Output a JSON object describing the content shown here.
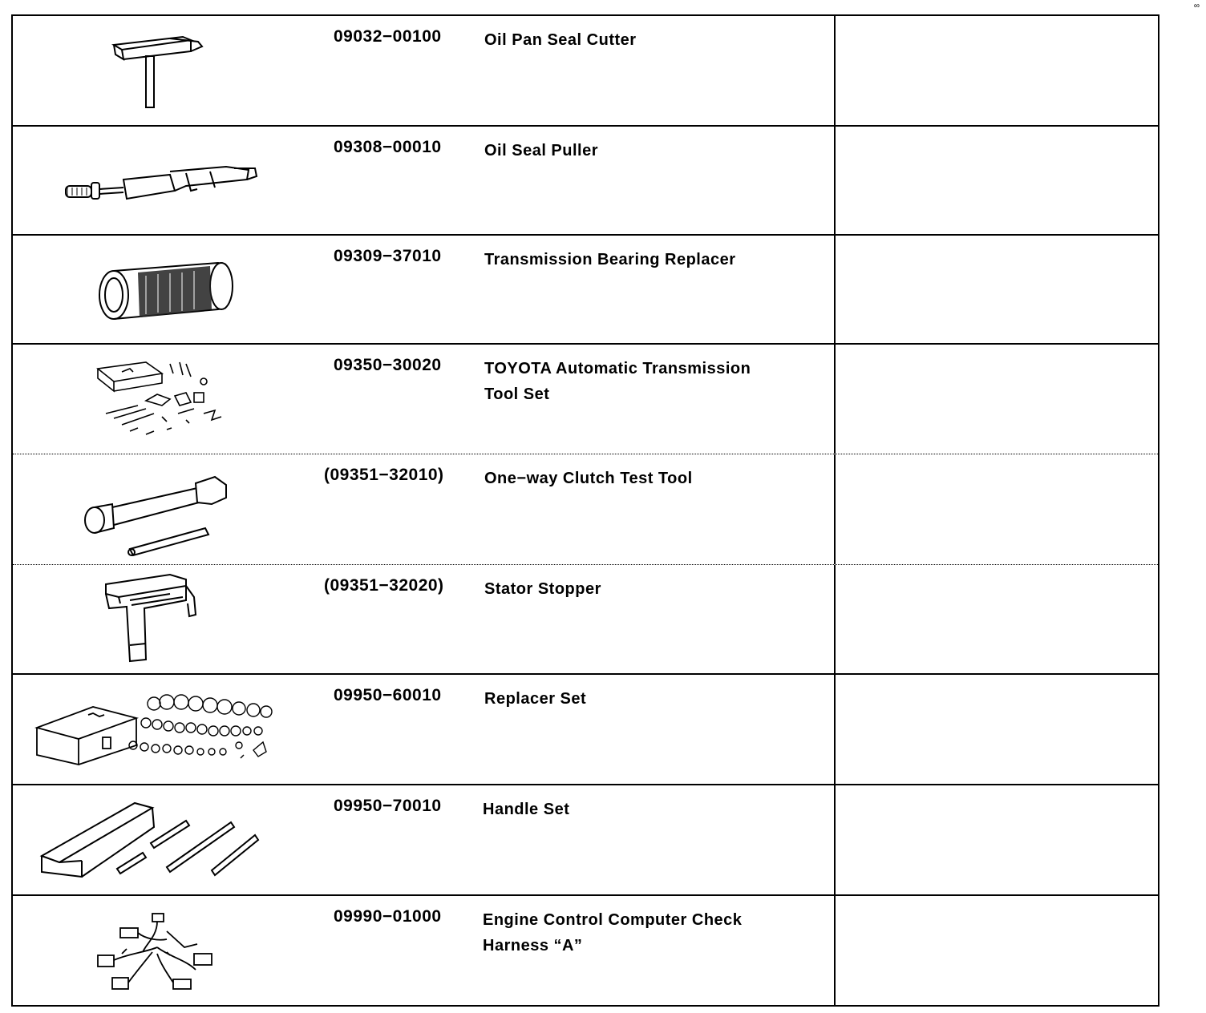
{
  "corner_mark": "∞",
  "rows": [
    {
      "part_number": "09032−00100",
      "name_lines": [
        "Oil Pan Seal Cutter"
      ],
      "illustration": "oil-pan-seal-cutter-drawing"
    },
    {
      "part_number": "09308−00010",
      "name_lines": [
        "Oil Seal Puller"
      ],
      "illustration": "oil-seal-puller-drawing"
    },
    {
      "part_number": "09309−37010",
      "name_lines": [
        "Transmission Bearing Replacer"
      ],
      "illustration": "bearing-replacer-drawing"
    },
    {
      "part_number": "09350−30020",
      "name_lines": [
        "TOYOTA Automatic Transmission",
        "Tool Set"
      ],
      "illustration": "tool-set-drawing"
    },
    {
      "part_number": "(09351−32010)",
      "name_lines": [
        "One−way Clutch Test Tool"
      ],
      "illustration": "clutch-test-tool-drawing"
    },
    {
      "part_number": "(09351−32020)",
      "name_lines": [
        "Stator Stopper"
      ],
      "illustration": "stator-stopper-drawing"
    },
    {
      "part_number": "09950−60010",
      "name_lines": [
        "Replacer Set"
      ],
      "illustration": "replacer-set-drawing"
    },
    {
      "part_number": "09950−70010",
      "name_lines": [
        "Handle Set"
      ],
      "illustration": "handle-set-drawing"
    },
    {
      "part_number": "09990−01000",
      "name_lines": [
        "Engine Control Computer Check",
        "Harness “A”"
      ],
      "illustration": "check-harness-drawing"
    }
  ]
}
